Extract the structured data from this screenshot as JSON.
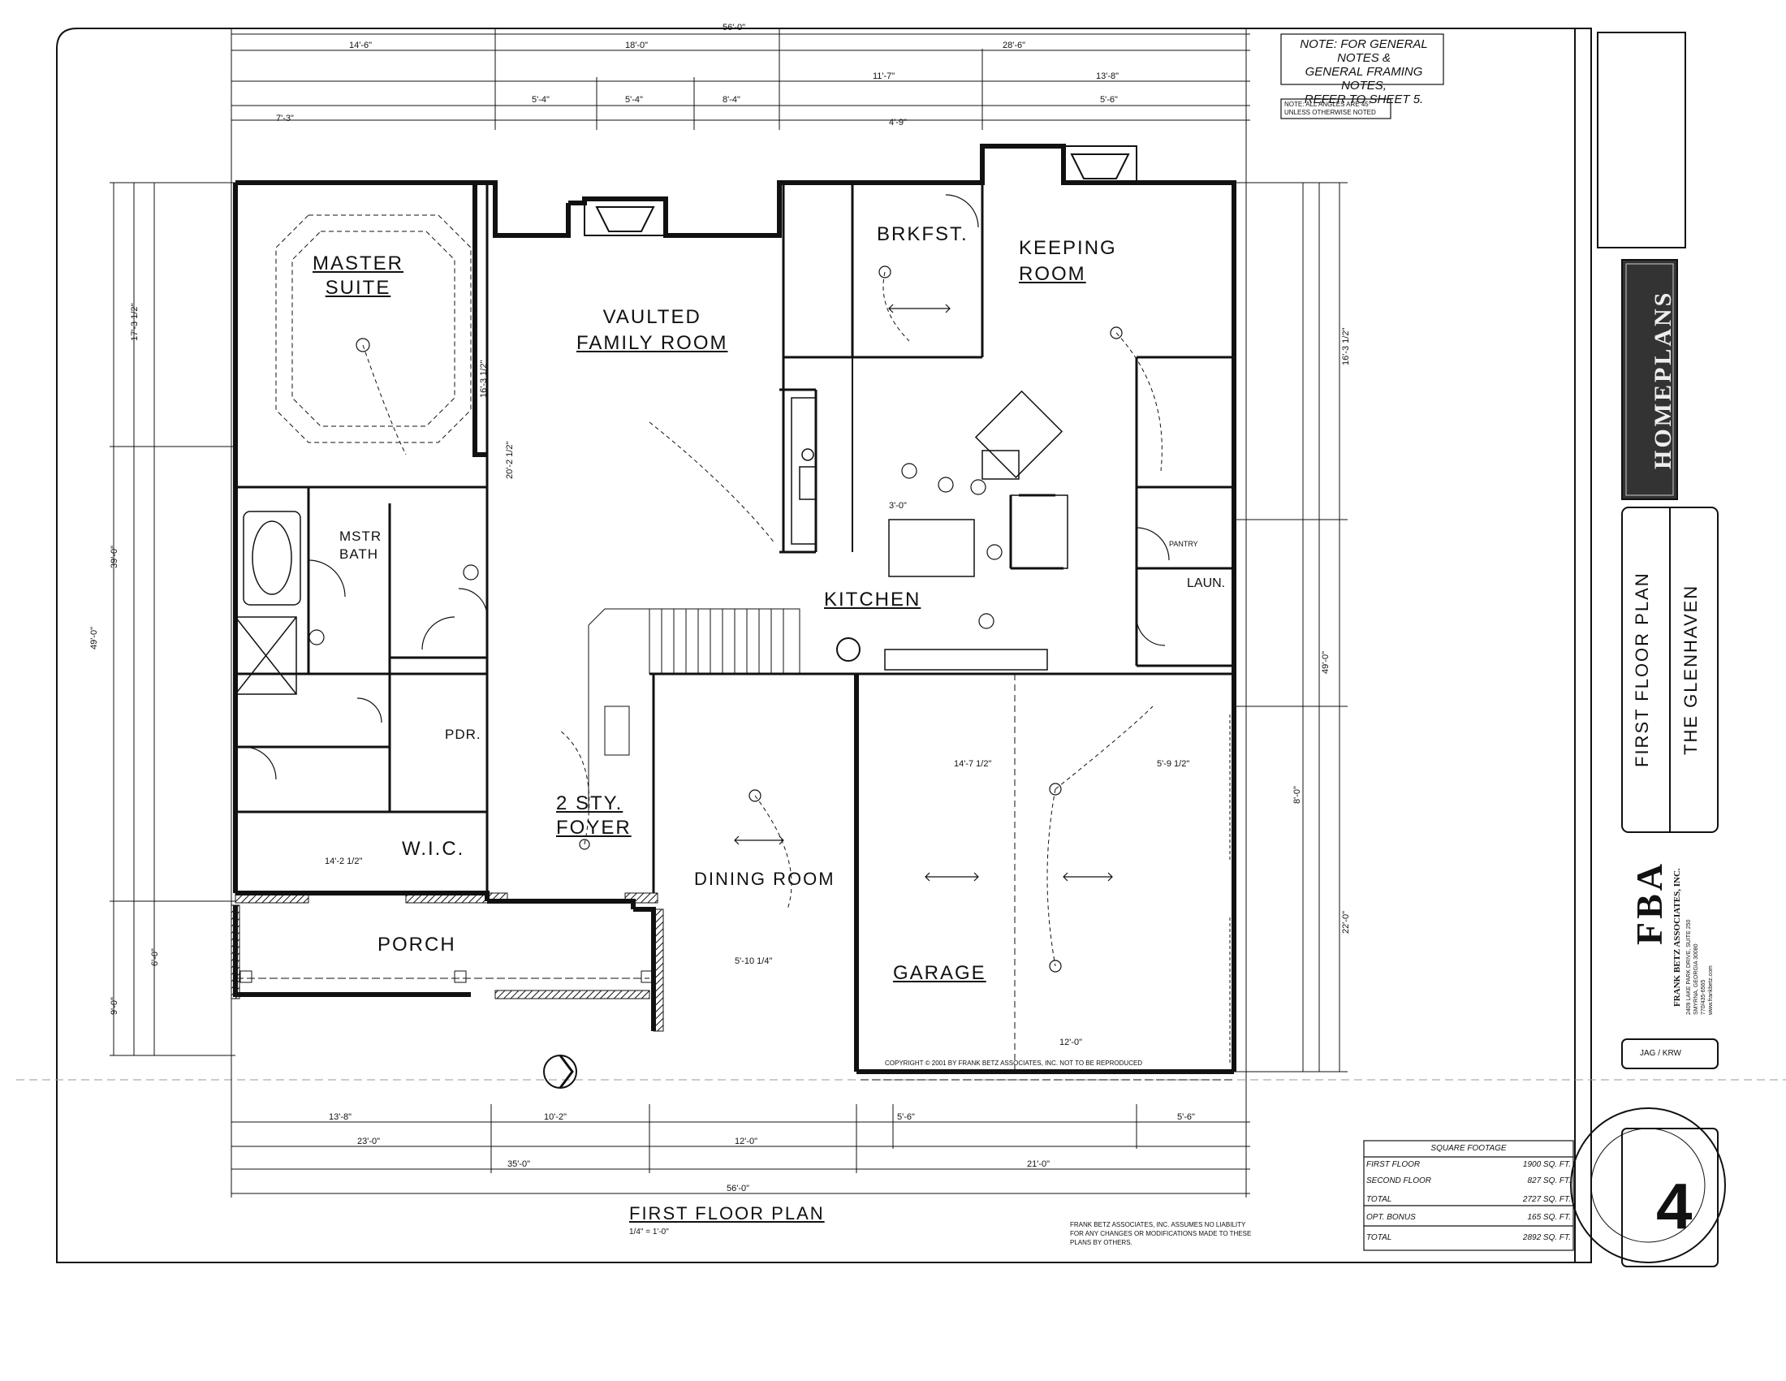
{
  "sheet": {
    "overall_width": "56'-0\"",
    "overall_depth": "49'-0\"",
    "note_general": [
      "NOTE: FOR GENERAL NOTES &",
      "GENERAL FRAMING NOTES,",
      "REFER TO SHEET 5."
    ],
    "note_angles": [
      "NOTE: ALL ANGLES ARE 45°",
      "UNLESS OTHERWISE NOTED"
    ],
    "copyright": "COPYRIGHT © 2001 BY FRANK BETZ ASSOCIATES, INC. NOT TO BE REPRODUCED",
    "disclaimer": [
      "FRANK BETZ ASSOCIATES, INC. ASSUMES NO LIABILITY",
      "FOR ANY CHANGES OR MODIFICATIONS MADE TO THESE",
      "PLANS BY OTHERS."
    ],
    "plan_title": "FIRST FLOOR PLAN",
    "plan_scale": "1/4\" = 1'-0\""
  },
  "rooms": {
    "master": [
      "MASTER",
      "SUITE"
    ],
    "family": [
      "VAULTED",
      "FAMILY ROOM"
    ],
    "breakfast": "BRKFST.",
    "keeping": [
      "KEEPING",
      "ROOM"
    ],
    "kitchen": "KITCHEN",
    "mstr_bath": [
      "MSTR",
      "BATH"
    ],
    "wic": "W.I.C.",
    "pdr": "PDR.",
    "foyer": [
      "2 STY.",
      "FOYER"
    ],
    "dining": "DINING ROOM",
    "garage": "GARAGE",
    "porch": "PORCH",
    "laundry": "LAUN.",
    "pantry": "PANTRY"
  },
  "dims_top": [
    "14'-6\"",
    "18'-0\"",
    "28'-6\"",
    "7'-3\"",
    "5'-4\"",
    "5'-4\"",
    "8'-4\"",
    "11'-7\"",
    "13'-8\"",
    "4'-9\"",
    "5'-6\""
  ],
  "dims_bottom": [
    "13'-8\"",
    "10'-2\"",
    "23'-0\"",
    "12'-0\"",
    "35'-0\"",
    "21'-0\"",
    "56'-0\"",
    "5'-6\"",
    "5'-6\""
  ],
  "dims_left": [
    "17'-3 1/2\"",
    "39'-0\"",
    "49'-0\"",
    "6'-0\"",
    "9'-0\""
  ],
  "dims_right": [
    "16'-3 1/2\"",
    "49'-0\"",
    "22'-0\"",
    "8'-0\""
  ],
  "dims_interior": [
    "20'-2 1/2\"",
    "16'-3 1/2\"",
    "14'-2 1/2\"",
    "14'-7 1/2\"",
    "5'-9 1/2\"",
    "12'-0\"",
    "3'-0\"",
    "5'-10 1/4\""
  ],
  "sqft": {
    "heading": "SQUARE FOOTAGE",
    "rows": [
      {
        "label": "FIRST FLOOR",
        "value": "1900 SQ. FT."
      },
      {
        "label": "SECOND FLOOR",
        "value": "827 SQ. FT."
      },
      {
        "label": "TOTAL",
        "value": "2727 SQ. FT."
      },
      {
        "label": "OPT. BONUS",
        "value": "165 SQ. FT."
      },
      {
        "label": "TOTAL",
        "value": "2892 SQ. FT."
      }
    ]
  },
  "titleblock": {
    "sheet_name": "FIRST FLOOR PLAN",
    "plan_name": "THE GLENHAVEN",
    "brand": "HOMEPLANS",
    "firm_logo": "FBA",
    "firm_name": "FRANK BETZ ASSOCIATES, INC.",
    "firm_address": [
      "2409 LAKE PARK DRIVE, SUITE 250",
      "SMYRNA, GEORGIA 30080",
      "770/435-6565",
      "www.frankbetz.com"
    ],
    "sheet_no": "4",
    "initials": "JAG / KRW"
  }
}
